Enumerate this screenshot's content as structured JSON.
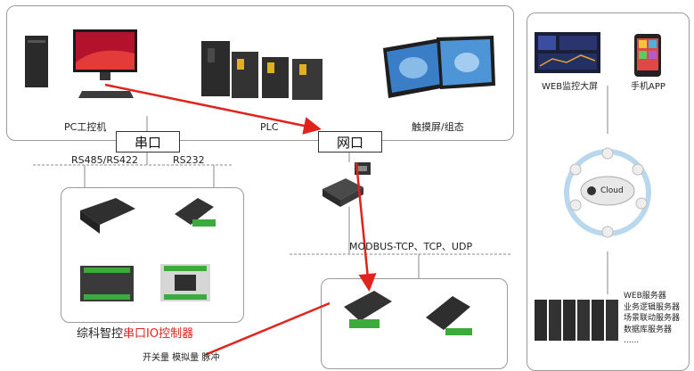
{
  "devices": {
    "pc_label": "PC工控机",
    "plc_label": "PLC",
    "touch_label": "触摸屏/组态"
  },
  "ports": {
    "serial": "串口",
    "network": "网口",
    "rs485": "RS485/RS422",
    "rs232": "RS232",
    "modbus": "MODBUS-TCP、TCP、UDP"
  },
  "controllers": {
    "title_prefix": "综科智控",
    "title_highlight": "串口IO控制器",
    "cut_text": "开关量 模拟量 脉冲"
  },
  "right": {
    "web_screen": "WEB监控大屏",
    "mobile_app": "手机APP",
    "cloud": "Cloud",
    "servers": [
      "WEB服务器",
      "业务逻辑服务器",
      "场景联动服务器",
      "数据库服务器"
    ],
    "ellipsis": "......"
  },
  "colors": {
    "accent_red": "#e0231c",
    "line_gray": "#8a8a8a"
  }
}
